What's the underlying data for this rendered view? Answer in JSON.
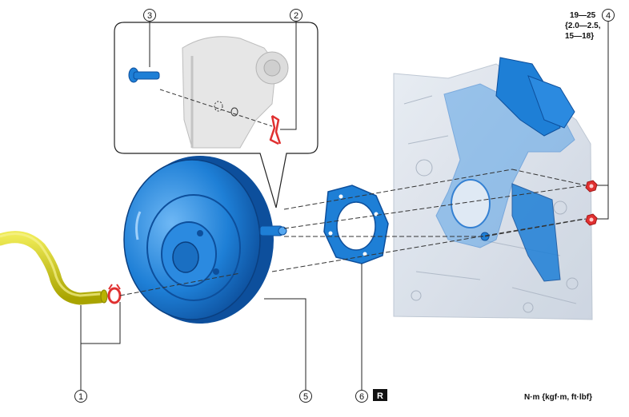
{
  "diagram": {
    "colors": {
      "part_blue": "#1e7fd6",
      "part_blue_dark": "#0d4f9c",
      "part_blue_light": "#56a8f0",
      "hose_yellow": "#c9c400",
      "clip_red": "#e03030",
      "leader_line": "#222222",
      "inset_grey": "#d8d8d8"
    },
    "callouts": [
      {
        "id": "c1",
        "label": "1",
        "icon": "hose"
      },
      {
        "id": "c2",
        "label": "2",
        "icon": "snap-pin"
      },
      {
        "id": "c3",
        "label": "3",
        "icon": "clevis-pin"
      },
      {
        "id": "c4",
        "label": "4",
        "icon": "nut"
      },
      {
        "id": "c5",
        "label": "5",
        "icon": "power-brake-unit"
      },
      {
        "id": "c6",
        "label": "6",
        "icon": "gasket"
      }
    ],
    "torque": {
      "line1": "19—25",
      "line2": "{2.0—2.5,",
      "line3": "15—18}"
    },
    "replace_badge": "R",
    "units": "N·m {kgf·m, ft·lbf}"
  }
}
